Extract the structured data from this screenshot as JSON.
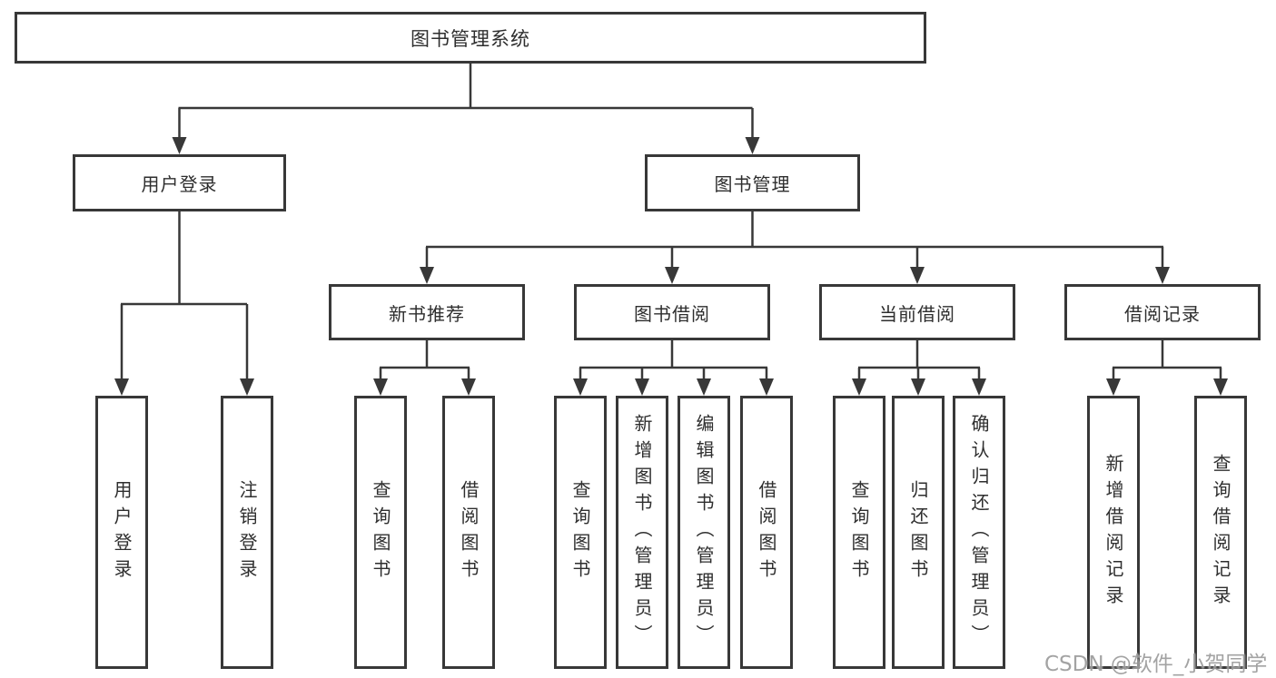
{
  "diagram": {
    "root": {
      "label": "图书管理系统"
    },
    "branches": [
      {
        "label": "用户登录",
        "children": [
          {
            "label": "用户登录"
          },
          {
            "label": "注销登录"
          }
        ]
      },
      {
        "label": "图书管理",
        "children": [
          {
            "label": "新书推荐",
            "children": [
              {
                "label": "查询图书"
              },
              {
                "label": "借阅图书"
              }
            ]
          },
          {
            "label": "图书借阅",
            "children": [
              {
                "label": "查询图书"
              },
              {
                "label": "新增图书（管理员）"
              },
              {
                "label": "编辑图书（管理员）"
              },
              {
                "label": "借阅图书"
              }
            ]
          },
          {
            "label": "当前借阅",
            "children": [
              {
                "label": "查询图书"
              },
              {
                "label": "归还图书"
              },
              {
                "label": "确认归还（管理员）"
              }
            ]
          },
          {
            "label": "借阅记录",
            "children": [
              {
                "label": "新增借阅记录"
              },
              {
                "label": "查询借阅记录"
              }
            ]
          }
        ]
      }
    ]
  },
  "colors": {
    "line": "#383838",
    "text": "#2e2e2e",
    "watermark_gray": "#9c9c9c",
    "background": "#ffffff"
  },
  "watermark": "CSDN @软件_小贺同学"
}
